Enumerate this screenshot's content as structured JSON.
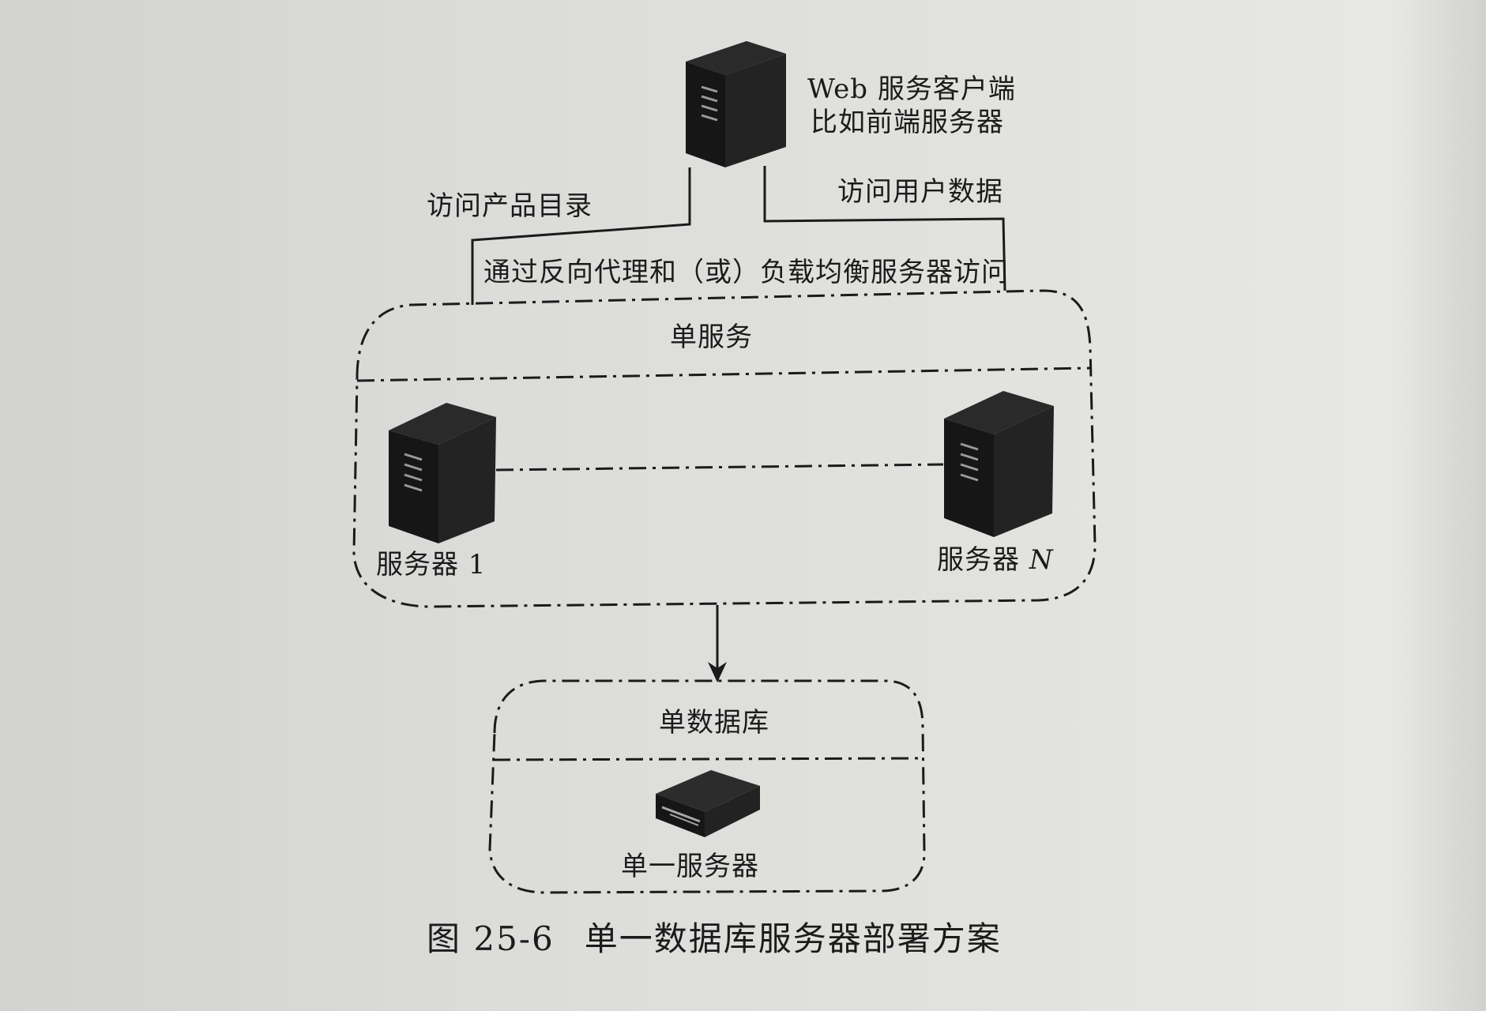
{
  "figure": {
    "client": {
      "line1": "Web 服务客户端",
      "line2": "比如前端服务器"
    },
    "edge_left_label": "访问产品目录",
    "edge_right_label": "访问用户数据",
    "proxy_label": "通过反向代理和（或）负载均衡服务器访问",
    "service_group": {
      "title": "单服务",
      "server1_label": "服务器 1",
      "serverN_prefix": "服务器 ",
      "serverN_suffix": "N"
    },
    "database_group": {
      "title": "单数据库",
      "server_label": "单一服务器"
    },
    "caption": {
      "number": "图 25-6",
      "title": "单一数据库服务器部署方案"
    }
  }
}
